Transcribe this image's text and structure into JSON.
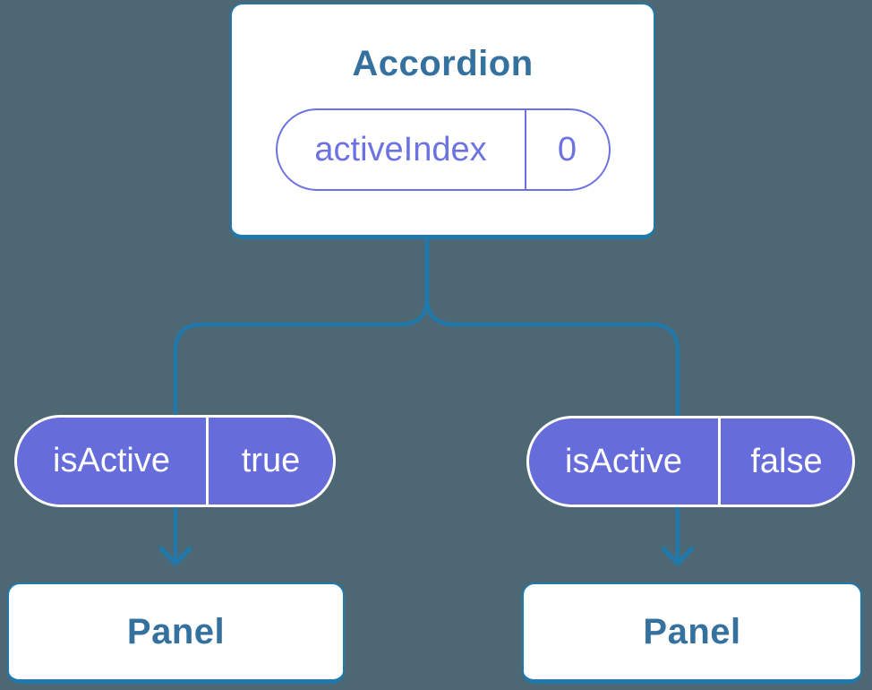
{
  "colors": {
    "background": "#4d6773",
    "connector_blue": "#2178ab",
    "node_border_blue": "#2178ab",
    "node_text_blue": "#35719e",
    "pill_fill_purple": "#666cd9",
    "pill_outline_purple": "#6d72e2",
    "pill_text_on_fill": "#ffffff",
    "node_background": "#ffffff"
  },
  "tree": {
    "root": {
      "name": "Accordion",
      "state": {
        "label": "activeIndex",
        "value": "0"
      }
    },
    "children": [
      {
        "name": "Panel",
        "prop": {
          "label": "isActive",
          "value": "true"
        }
      },
      {
        "name": "Panel",
        "prop": {
          "label": "isActive",
          "value": "false"
        }
      }
    ]
  }
}
